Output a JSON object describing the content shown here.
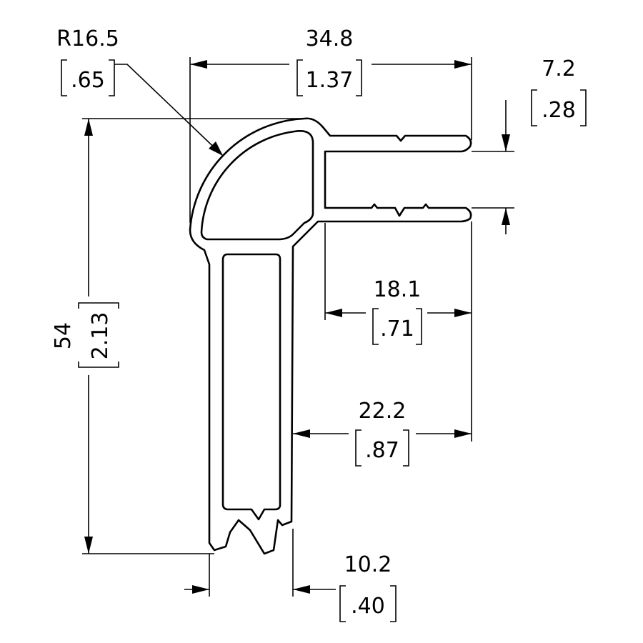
{
  "dimensions": {
    "radius": {
      "mm": "R16.5",
      "inch": ".65"
    },
    "width": {
      "mm": "34.8",
      "inch": "1.37"
    },
    "flange_gap": {
      "mm": "7.2",
      "inch": ".28"
    },
    "height": {
      "mm": "54",
      "inch": "2.13"
    },
    "slot_depth": {
      "mm": "18.1",
      "inch": ".71"
    },
    "leg_offset": {
      "mm": "22.2",
      "inch": ".87"
    },
    "leg_width": {
      "mm": "10.2",
      "inch": ".40"
    }
  }
}
